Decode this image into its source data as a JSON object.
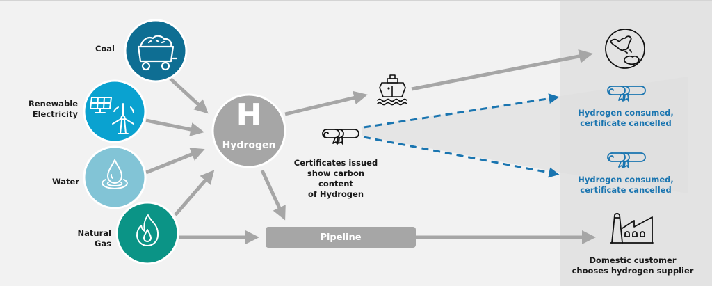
{
  "sources": [
    {
      "label": "Coal",
      "icon": "coal-cart-icon",
      "color": "#0e6e93"
    },
    {
      "label_line1": "Renewable",
      "label_line2": "Electricity",
      "icon": "solar-wind-icon",
      "color": "#0aa2d0"
    },
    {
      "label": "Water",
      "icon": "water-drop-icon",
      "color": "#82c4d6"
    },
    {
      "label_line1": "Natural",
      "label_line2": "Gas",
      "icon": "flame-icon",
      "color": "#0b9486"
    }
  ],
  "hub": {
    "symbol": "H",
    "label": "Hydrogen",
    "color": "#a6a6a6"
  },
  "pipeline": {
    "label": "Pipeline"
  },
  "certificates": {
    "icon": "certificate-scroll-icon",
    "line1": "Certificates issued",
    "line2": "show carbon content",
    "line3": "of Hydrogen"
  },
  "shipping": {
    "icon": "ship-icon"
  },
  "destinations": {
    "export": {
      "icon": "globe-icon"
    },
    "consumed_1": {
      "icon": "certificate-scroll-icon",
      "line1": "Hydrogen consumed,",
      "line2": "certificate cancelled"
    },
    "consumed_2": {
      "icon": "certificate-scroll-icon",
      "line1": "Hydrogen consumed,",
      "line2": "certificate cancelled"
    },
    "domestic": {
      "icon": "factory-icon",
      "line1": "Domestic customer",
      "line2": "chooses hydrogen supplier"
    }
  },
  "colors": {
    "arrow": "#a6a6a6",
    "dashed": "#1a75b0",
    "panel": "#e3e3e3",
    "background": "#f2f2f2",
    "text": "#1a1a1a"
  }
}
